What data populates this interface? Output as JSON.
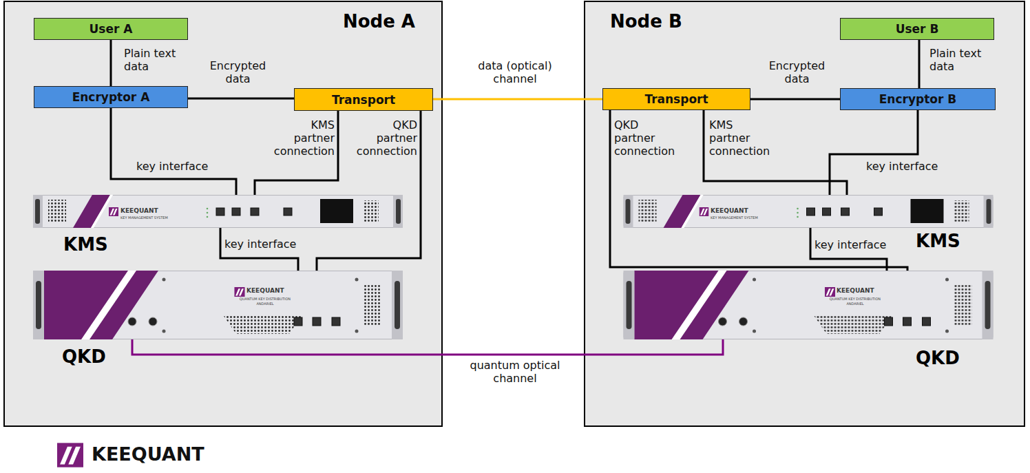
{
  "diagram": {
    "nodes": [
      {
        "text": [
          "Node A"
        ]
      },
      {
        "text": [
          "User A"
        ],
        "in": 0
      },
      {
        "text": [
          "Encryptor A"
        ],
        "in": 0
      },
      {
        "text": [
          "Transport"
        ],
        "in": 0
      },
      {
        "text": [
          "KEEQUANT",
          "KEY MANAGEMENT SYSTEM",
          "KMS"
        ],
        "in": 0
      },
      {
        "text": [
          "KEEQUANT",
          "QUANTUM KEY DISTRIBUTION",
          "ANDARIEL",
          "QKD"
        ],
        "in": 0
      },
      {
        "text": [
          "Node B"
        ]
      },
      {
        "text": [
          "User B"
        ],
        "in": 6
      },
      {
        "text": [
          "Transport"
        ],
        "in": 6
      },
      {
        "text": [
          "Encryptor B"
        ],
        "in": 6
      },
      {
        "text": [
          "KEEQUANT",
          "KEY MANAGEMENT SYSTEM",
          "KMS"
        ],
        "in": 6
      },
      {
        "text": [
          "KEEQUANT",
          "QUANTUM KEY DISTRIBUTION",
          "ANDARIEL",
          "QKD"
        ],
        "in": 6
      }
    ],
    "edges": [
      {
        "from": 1,
        "to": 2,
        "arrow": "none",
        "label": "Plain text data"
      },
      {
        "from": 2,
        "to": 3,
        "arrow": "none",
        "label": "Encrypted data"
      },
      {
        "from": 2,
        "to": 4,
        "arrow": "none",
        "label": "key interface"
      },
      {
        "from": 3,
        "to": 4,
        "arrow": "none",
        "label": "KMS partner connection"
      },
      {
        "from": 3,
        "to": 5,
        "arrow": "none",
        "label": "QKD partner connection"
      },
      {
        "from": 4,
        "to": 5,
        "arrow": "none",
        "label": "key interface"
      },
      {
        "from": 3,
        "to": 8,
        "arrow": "none",
        "label": "data (optical) channel"
      },
      {
        "from": 5,
        "to": 11,
        "arrow": "none",
        "label": "quantum optical channel"
      },
      {
        "from": 7,
        "to": 9,
        "arrow": "none",
        "label": "Plain text data"
      },
      {
        "from": 8,
        "to": 9,
        "arrow": "none",
        "label": "Encrypted data"
      },
      {
        "from": 9,
        "to": 10,
        "arrow": "none",
        "label": "key interface"
      },
      {
        "from": 8,
        "to": 10,
        "arrow": "none",
        "label": "KMS partner connection"
      },
      {
        "from": 8,
        "to": 11,
        "arrow": "none",
        "label": "QKD partner connection"
      },
      {
        "from": 10,
        "to": 11,
        "arrow": "none",
        "label": "key interface"
      }
    ],
    "labels": [
      "KEEQUANT"
    ]
  }
}
